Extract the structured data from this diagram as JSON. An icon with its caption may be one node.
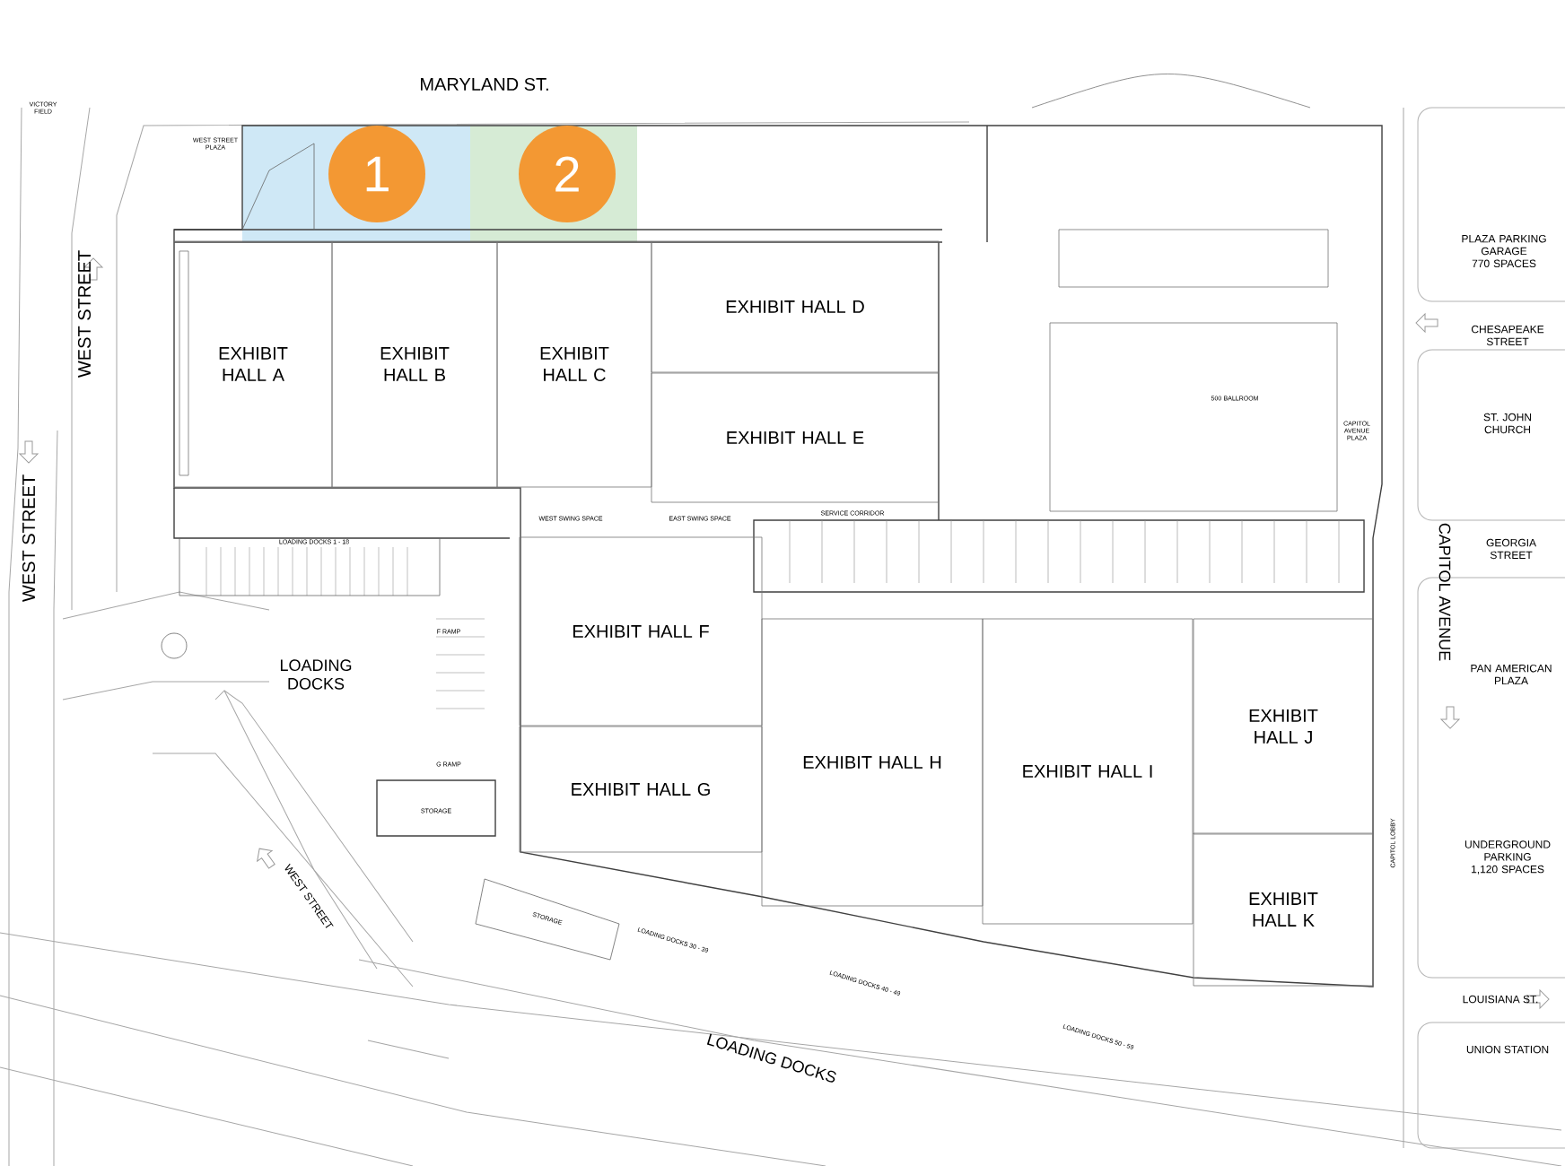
{
  "diagram": {
    "nodes": [
      {
        "text": [
          "EXHIBIT HALL A"
        ]
      },
      {
        "text": [
          "EXHIBIT HALL B"
        ]
      },
      {
        "text": [
          "EXHIBIT HALL C"
        ]
      },
      {
        "text": [
          "EXHIBIT HALL D"
        ]
      },
      {
        "text": [
          "EXHIBIT HALL E"
        ]
      },
      {
        "text": [
          "EXHIBIT HALL F"
        ]
      },
      {
        "text": [
          "EXHIBIT HALL G"
        ]
      },
      {
        "text": [
          "EXHIBIT HALL H"
        ]
      },
      {
        "text": [
          "EXHIBIT HALL I"
        ]
      },
      {
        "text": [
          "EXHIBIT HALL J"
        ]
      },
      {
        "text": [
          "EXHIBIT HALL K"
        ]
      },
      {
        "text": [
          "1"
        ]
      },
      {
        "text": [
          "2"
        ]
      }
    ],
    "labels": [
      "MARYLAND ST.",
      "VICTORY FIELD",
      "WEST STREET PLAZA",
      "WEST STREET",
      "WEST STREET",
      "PLAZA PARKING GARAGE 770 SPACES",
      "CHESAPEAKE STREET",
      "ST. JOHN CHURCH",
      "GEORGIA STREET",
      "CAPITOL AVENUE",
      "PAN AMERICAN PLAZA",
      "UNDERGROUND PARKING 1,120 SPACES",
      "LOUISIANA ST.",
      "UNION STATION",
      "LOADING DOCKS",
      "WEST STREET",
      "LOADING DOCKS",
      "LOADING DOCKS 1 - 18",
      "WEST SWING SPACE",
      "EAST SWING SPACE",
      "SERVICE CORRIDOR",
      "STORAGE",
      "STORAGE",
      "LOADING DOCKS 30 - 39",
      "LOADING DOCKS 40 - 49",
      "LOADING DOCKS 50 - 59",
      "CAPITOL LOBBY",
      "CAPITOL AVENUE PLAZA",
      "500 BALLROOM",
      "F RAMP",
      "G RAMP"
    ]
  }
}
